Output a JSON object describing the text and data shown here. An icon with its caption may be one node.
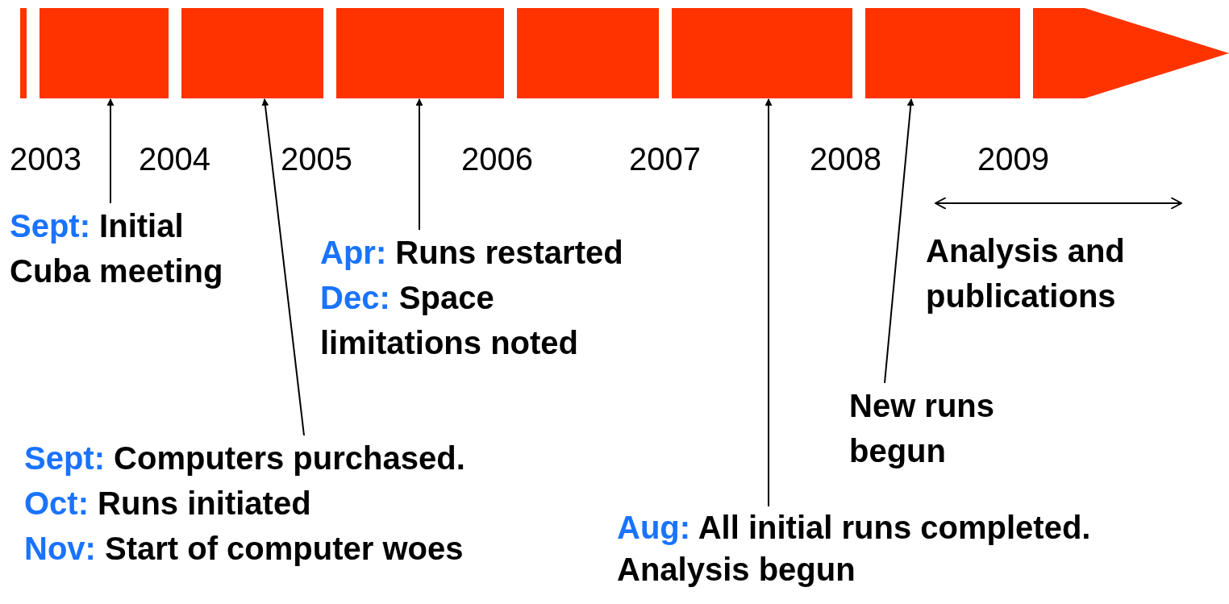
{
  "diagram": {
    "nodes": [
      {
        "text": [],
        "shape": "bar"
      },
      {
        "text": [],
        "shape": "bar"
      },
      {
        "text": [],
        "shape": "bar"
      },
      {
        "text": [],
        "shape": "bar"
      },
      {
        "text": [],
        "shape": "bar"
      },
      {
        "text": [],
        "shape": "bar"
      },
      {
        "text": [],
        "shape": "bar"
      },
      {
        "text": [],
        "shape": "arrow"
      },
      {
        "text": [
          "Sept: Initial Cuba meeting"
        ]
      },
      {
        "text": [
          "Apr: Runs restarted",
          "Dec: Space limitations noted"
        ]
      },
      {
        "text": [
          "New runs begun"
        ]
      },
      {
        "text": [
          "Sept: Computers purchased.",
          "Oct: Runs initiated",
          "Nov: Start of computer woes"
        ]
      },
      {
        "text": [
          "Aug: All initial runs completed. Analysis begun"
        ]
      }
    ],
    "edges": [
      {
        "from": 8,
        "to": 1,
        "arrow": "to"
      },
      {
        "from": 11,
        "to": 2,
        "arrow": "to"
      },
      {
        "from": 9,
        "to": 3,
        "arrow": "to"
      },
      {
        "from": 12,
        "to": 5,
        "arrow": "to"
      },
      {
        "from": 10,
        "to": 6,
        "arrow": "to"
      }
    ],
    "labels": [
      "2003",
      "2004",
      "2005",
      "2006",
      "2007",
      "2008",
      "2009",
      "Analysis and publications"
    ]
  }
}
